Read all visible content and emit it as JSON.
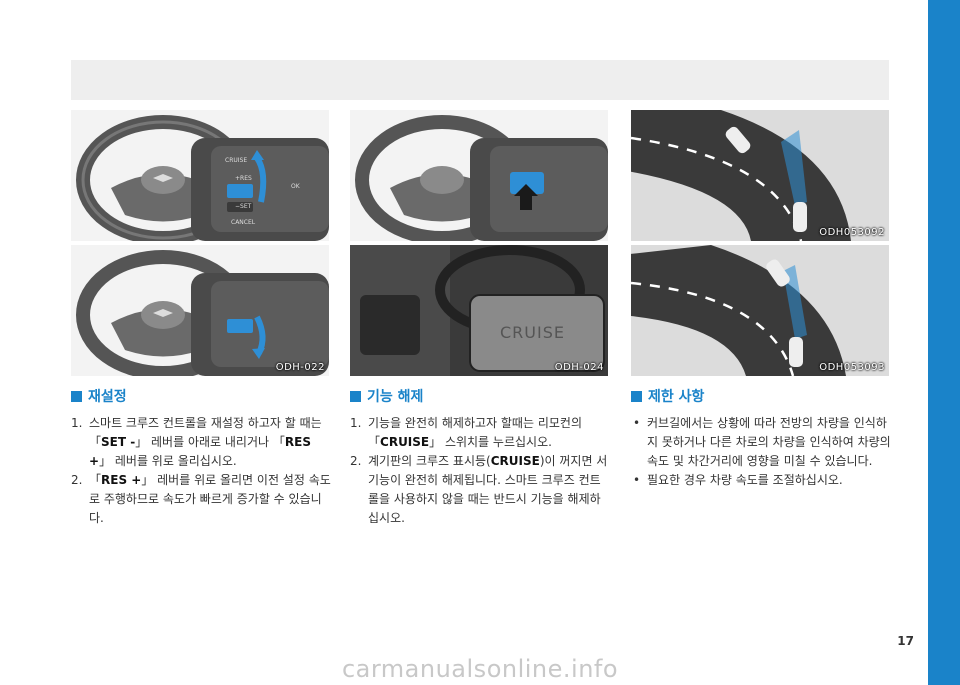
{
  "images": {
    "reset_panel": {
      "code": "ODH-022"
    },
    "cancel_panel": {
      "code": "ODH-024",
      "cruise_zoom_text": "CRUISE"
    },
    "limit_top": {
      "code": "ODH053092"
    },
    "limit_bottom": {
      "code": "ODH053093"
    },
    "switch_labels": {
      "cruise": "CRUISE",
      "res": "+RES",
      "set": "−SET",
      "cancel": "CANCEL",
      "ok": "OK"
    }
  },
  "sections": {
    "reset": {
      "title": "재설정",
      "items": [
        {
          "num": "1.",
          "parts": [
            "스마트 크루즈 컨트롤을 재설정 하고자 할 때는 「",
            "SET -",
            "」 레버를 아래로 내리거나 「",
            "RES +",
            "」 레버를 위로 올리십시오."
          ]
        },
        {
          "num": "2.",
          "parts": [
            "「",
            "RES +",
            "」 레버를 위로 올리면 이전 설정 속도로 주행하므로 속도가 빠르게 증가할 수 있습니다."
          ]
        }
      ]
    },
    "cancel": {
      "title": "기능 해제",
      "items": [
        {
          "num": "1.",
          "parts": [
            "기능을 완전히 해제하고자 할때는 리모컨의 「",
            "CRUISE",
            "」 스위치를 누르십시오."
          ]
        },
        {
          "num": "2.",
          "parts": [
            "계기판의 크루즈 표시등(",
            "CRUISE",
            ")이 꺼지면 서 기능이 완전히 해제됩니다. 스마트 크루즈 컨트롤을 사용하지 않을 때는 반드시 기능을 해제하십시오."
          ]
        }
      ]
    },
    "limits": {
      "title": "제한 사항",
      "items": [
        {
          "bullet": "•",
          "text": "커브길에서는 상황에 따라 전방의 차량을 인식하지 못하거나 다른 차로의 차량을 인식하여 차량의 속도 및 차간거리에 영향을 미칠 수 있습니다."
        },
        {
          "bullet": "•",
          "text": "필요한 경우 차량 속도를 조절하십시오."
        }
      ]
    }
  },
  "page_number": "17",
  "watermark": "carmanualsonline.info",
  "colors": {
    "accent": "#1a83c9",
    "band": "#eeeeee",
    "road": "#3a3a3a",
    "grass": "#dcdcdc"
  }
}
